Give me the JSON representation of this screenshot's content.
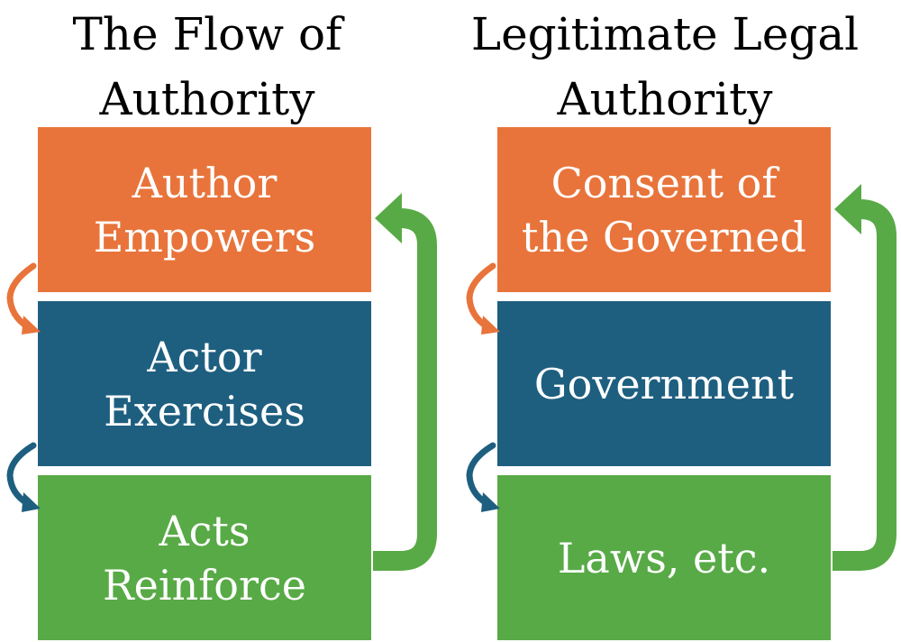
{
  "left": {
    "title_line1": "The Flow of",
    "title_line2": "Authority",
    "box1": {
      "line1": "Author",
      "line2": "Empowers"
    },
    "box2": {
      "line1": "Actor",
      "line2": "Exercises"
    },
    "box3": {
      "line1": "Acts",
      "line2": "Reinforce"
    }
  },
  "right": {
    "title_line1": "Legitimate Legal",
    "title_line2": "Authority",
    "box1": {
      "line1": "Consent of",
      "line2": "the Governed"
    },
    "box2": {
      "line1": "Government"
    },
    "box3": {
      "line1": "Laws, etc."
    }
  },
  "colors": {
    "orange": "#E8743B",
    "blue": "#1E5F80",
    "green": "#58AA46",
    "title_text": "#000000",
    "box_text": "#FFFFFF"
  },
  "icons": {
    "small_arrows": "curved-arrow-icon",
    "feedback_arrows": "feedback-arrow-icon"
  }
}
